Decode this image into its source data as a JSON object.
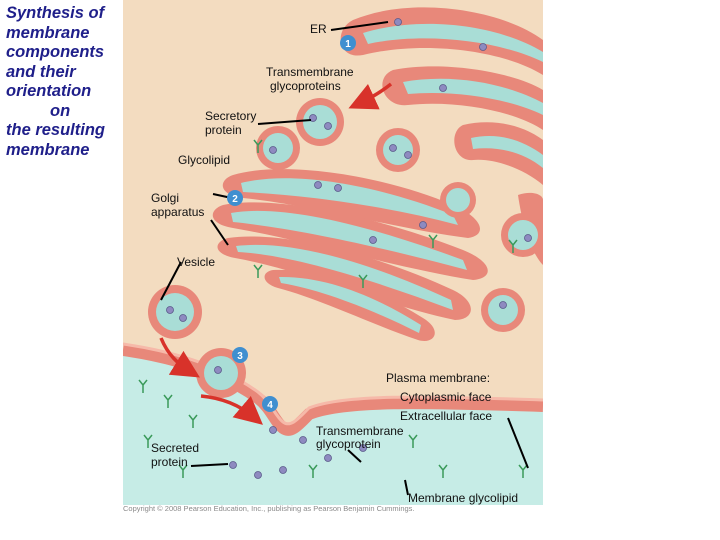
{
  "title_lines": [
    "Synthesis of",
    "membrane",
    "components",
    "and their",
    "orientation",
    "on",
    "the resulting",
    "membrane"
  ],
  "labels": {
    "er": "ER",
    "transmembrane_glycoproteins": [
      "Transmembrane",
      "glycoproteins"
    ],
    "secretory_protein": [
      "Secretory",
      "protein"
    ],
    "glycolipid": "Glycolipid",
    "golgi_apparatus": [
      "Golgi",
      "apparatus"
    ],
    "vesicle": "Vesicle",
    "plasma_membrane": "Plasma membrane:",
    "cytoplasmic_face": "Cytoplasmic face",
    "extracellular_face": "Extracellular face",
    "transmembrane_glycoprotein": [
      "Transmembrane",
      "glycoprotein"
    ],
    "secreted_protein": [
      "Secreted",
      "protein"
    ],
    "membrane_glycolipid": "Membrane glycolipid"
  },
  "steps": [
    "1",
    "2",
    "3",
    "4"
  ],
  "credit": "Copyright © 2008 Pearson Education, Inc., publishing as Pearson Benjamin Cummings.",
  "colors": {
    "cytoplasm": "#f3dcc0",
    "membrane": "#e8887a",
    "lumen": "#a9ddd6",
    "extracellular": "#c6ece6",
    "step_badge": "#3f8fd0",
    "arrow": "#d8322a",
    "title_text": "#1f1f8a"
  }
}
